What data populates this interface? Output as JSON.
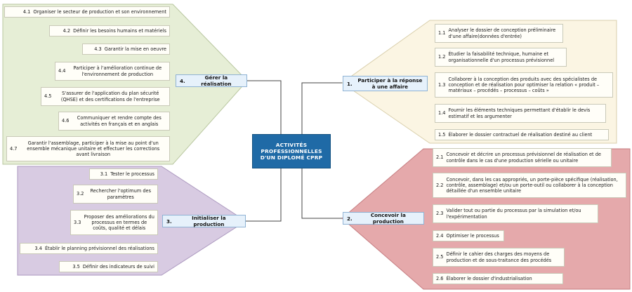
{
  "center": {
    "line1": "ACTIVITÉS",
    "line2": "PROFESSIONNELLES",
    "line3": "D'UN DIPLOMÉ CPRP"
  },
  "colors": {
    "green_fill": "#e6eed6",
    "purple_fill": "#d8cbe2",
    "cream_fill": "#fbf5e3",
    "red_fill": "#e5a9ab",
    "center_fill": "#1f6aa6",
    "hub_fill": "#e6f1fb"
  },
  "branches": {
    "b1": {
      "num": "1.",
      "label": "Participer à la réponse à une affaire",
      "items": [
        {
          "num": "1.1",
          "text": "Analyser le dossier de conception préliminaire d'une affaire(données d'entrée)"
        },
        {
          "num": "1.2",
          "text": "Étudier la faisabilité technique, humaine et organisationnelle d'un processus prévisionnel"
        },
        {
          "num": "1.3",
          "text": "Collaborer à la conception des produits avec des spécialistes de conception et de réalisation pour optimiser la relation « produit –matériaux – procédés – processus – coûts »"
        },
        {
          "num": "1.4",
          "text": "Fournir les éléments techniques permettant d'établir le devis estimatif et les argumenter"
        },
        {
          "num": "1.5",
          "text": "Élaborer le dossier contractuel de réalisation destiné au client"
        }
      ]
    },
    "b2": {
      "num": "2.",
      "label": "Concevoir la production",
      "items": [
        {
          "num": "2.1",
          "text": "Concevoir et décrire un processus prévisionnel de réalisation et de contrôle dans le cas d'une production sérielle ou unitaire"
        },
        {
          "num": "2.2",
          "text": "Concevoir, dans les cas appropriés, un porte-pièce spécifique (réalisation, contrôle, assemblage) et/ou un porte-outil ou collaborer à la conception détaillée d'un ensemble unitaire"
        },
        {
          "num": "2.3",
          "text": "Valider tout ou partie du processus par la simulation et/ou l'expérimentation"
        },
        {
          "num": "2.4",
          "text": "Optimiser le processus"
        },
        {
          "num": "2.5",
          "text": "Définir le cahier des charges des moyens de production et de sous-traitance des procédés"
        },
        {
          "num": "2.6",
          "text": "Élaborer le dossier d'industrialisation"
        }
      ]
    },
    "b3": {
      "num": "3.",
      "label": "Initialiser la production",
      "items": [
        {
          "num": "3.1",
          "text": "Tester le processus"
        },
        {
          "num": "3.2",
          "text": "Rechercher l'optimum des paramètres"
        },
        {
          "num": "3.3",
          "text": "Proposer des améliorations du processus en termes de coûts, qualité et délais"
        },
        {
          "num": "3.4",
          "text": "Établir le planning prévisionnel des réalisations"
        },
        {
          "num": "3.5",
          "text": "Définir des indicateurs de suivi"
        }
      ]
    },
    "b4": {
      "num": "4.",
      "label": "Gérer la réalisation",
      "items": [
        {
          "num": "4.1",
          "text": "Organiser le secteur de production et son environnement"
        },
        {
          "num": "4.2",
          "text": "Définir les besoins humains et matériels"
        },
        {
          "num": "4.3",
          "text": "Garantir la mise en oeuvre"
        },
        {
          "num": "4.4",
          "text": "Participer à l'amélioration continue de l'environnement de production"
        },
        {
          "num": "4.5",
          "text": "S'assurer de l'application du plan sécurité (QHSE) et des certifications de l'entreprise"
        },
        {
          "num": "4.6",
          "text": "Communiquer et rendre compte des activités en français et en anglais"
        },
        {
          "num": "4.7",
          "text": "Garantir l'assemblage, participer à la mise au point d'un ensemble mécanique unitaire et effectuer les corrections avant livraison"
        }
      ]
    }
  }
}
